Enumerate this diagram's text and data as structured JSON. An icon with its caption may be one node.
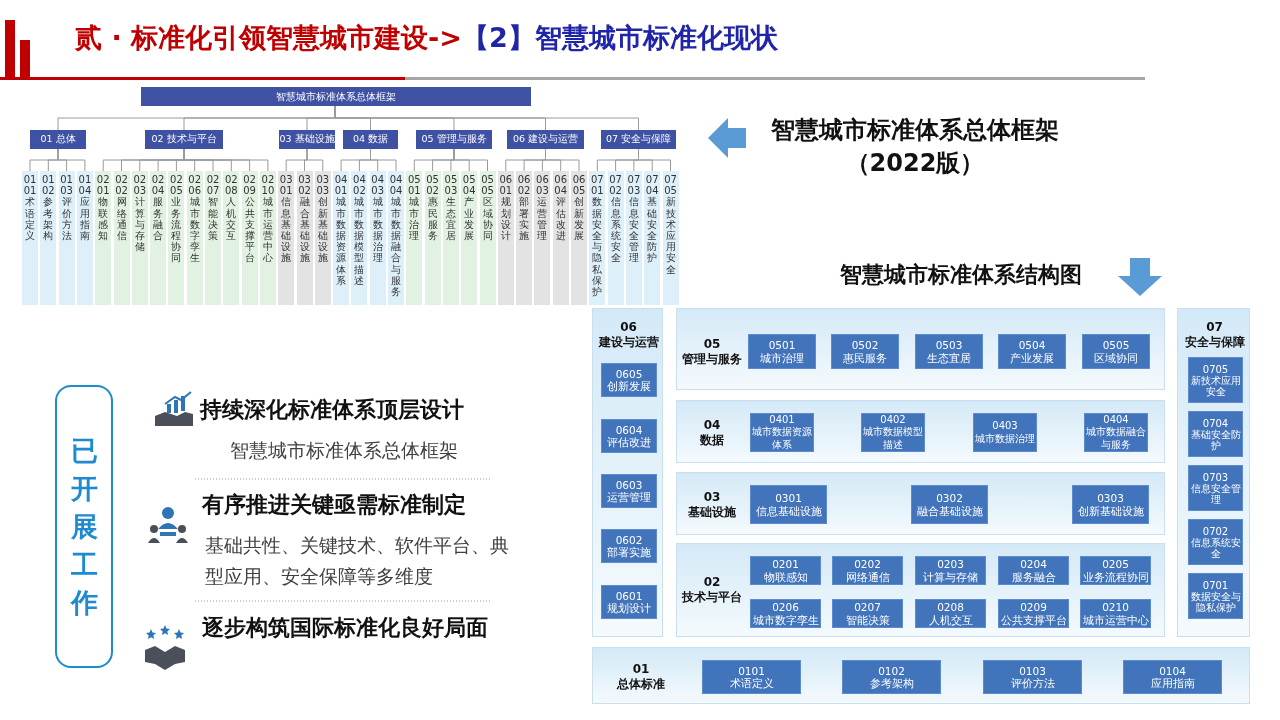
{
  "diagram": {
    "title": "贰 · 标准化引领智慧城市建设->**【2】智慧城市标准化现状**",
    "nodes": [
      {
        "text": [
          "智慧城市标准体系总体框架"
        ]
      },
      {
        "text": [
          "01 总体"
        ]
      },
      {
        "text": [
          "02 技术与平台"
        ]
      },
      {
        "text": [
          "03 基础设施"
        ]
      },
      {
        "text": [
          "04 数据"
        ]
      },
      {
        "text": [
          "05 管理与服务"
        ]
      },
      {
        "text": [
          "06 建设与运营"
        ]
      },
      {
        "text": [
          "07 安全与保障"
        ]
      },
      {
        "text": [
          "0101 术语定义"
        ]
      },
      {
        "text": [
          "0102 参考架构"
        ]
      },
      {
        "text": [
          "0103 评价方法"
        ]
      },
      {
        "text": [
          "0104 应用指南"
        ]
      },
      {
        "text": [
          "0201 物联感知"
        ]
      },
      {
        "text": [
          "0202 网络通信"
        ]
      },
      {
        "text": [
          "0203 计算与存储"
        ]
      },
      {
        "text": [
          "0204 服务融合"
        ]
      },
      {
        "text": [
          "0205 业务流程协同"
        ]
      },
      {
        "text": [
          "0206 城市数字孪生"
        ]
      },
      {
        "text": [
          "0207 智能决策"
        ]
      },
      {
        "text": [
          "0208 人机交互"
        ]
      },
      {
        "text": [
          "0209 公共支撑平台"
        ]
      },
      {
        "text": [
          "0210 城市运营中心"
        ]
      },
      {
        "text": [
          "0301 信息基础设施"
        ]
      },
      {
        "text": [
          "0302 融合基础设施"
        ]
      },
      {
        "text": [
          "0303 创新基础设施"
        ]
      },
      {
        "text": [
          "0401 城市数据资源体系"
        ]
      },
      {
        "text": [
          "0402 城市数据模型描述"
        ]
      },
      {
        "text": [
          "0403 城市数据治理"
        ]
      },
      {
        "text": [
          "0404 城市数据融合与服务"
        ]
      },
      {
        "text": [
          "0501 城市治理"
        ]
      },
      {
        "text": [
          "0502 惠民服务"
        ]
      },
      {
        "text": [
          "0503 生态宜居"
        ]
      },
      {
        "text": [
          "0504 产业发展"
        ]
      },
      {
        "text": [
          "0505 区域协同"
        ]
      },
      {
        "text": [
          "0601 规划设计"
        ]
      },
      {
        "text": [
          "0602 部署实施"
        ]
      },
      {
        "text": [
          "0603 运营管理"
        ]
      },
      {
        "text": [
          "0604 评估改进"
        ]
      },
      {
        "text": [
          "0605 创新发展"
        ]
      },
      {
        "text": [
          "0701 数据安全与隐私保护"
        ]
      },
      {
        "text": [
          "0702 信息系统安全"
        ]
      },
      {
        "text": [
          "0703 信息安全管理"
        ]
      },
      {
        "text": [
          "0704 基础安全防护"
        ]
      },
      {
        "text": [
          "0705 新技术应用安全"
        ]
      },
      {
        "text": [
          "已开展工作"
        ]
      },
      {
        "text": [
          "06 建设与运营"
        ]
      },
      {
        "text": [
          "0605 创新发展"
        ],
        "in": 45
      },
      {
        "text": [
          "0604 评估改进"
        ],
        "in": 45
      },
      {
        "text": [
          "0603 运营管理"
        ],
        "in": 45
      },
      {
        "text": [
          "0602 部署实施"
        ],
        "in": 45
      },
      {
        "text": [
          "0601 规划设计"
        ],
        "in": 45
      },
      {
        "text": [
          "05 管理与服务"
        ]
      },
      {
        "text": [
          "0501 城市治理"
        ],
        "in": 51
      },
      {
        "text": [
          "0502 惠民服务"
        ],
        "in": 51
      },
      {
        "text": [
          "0503 生态宜居"
        ],
        "in": 51
      },
      {
        "text": [
          "0504 产业发展"
        ],
        "in": 51
      },
      {
        "text": [
          "0505 区域协同"
        ],
        "in": 51
      },
      {
        "text": [
          "07 安全与保障"
        ]
      },
      {
        "text": [
          "0705 新技术应用安全"
        ],
        "in": 57
      },
      {
        "text": [
          "0704 基础安全防护"
        ],
        "in": 57
      },
      {
        "text": [
          "0703 信息安全管理"
        ],
        "in": 57
      },
      {
        "text": [
          "0702 信息系统安全"
        ],
        "in": 57
      },
      {
        "text": [
          "0701 数据安全与隐私保护"
        ],
        "in": 57
      },
      {
        "text": [
          "04 数据"
        ]
      },
      {
        "text": [
          "0401 城市数据资源体系"
        ],
        "in": 63
      },
      {
        "text": [
          "0402 城市数据模型描述"
        ],
        "in": 63
      },
      {
        "text": [
          "0403 城市数据治理"
        ],
        "in": 63
      },
      {
        "text": [
          "0404 城市数据融合与服务"
        ],
        "in": 63
      },
      {
        "text": [
          "03 基础设施"
        ]
      },
      {
        "text": [
          "0301 信息基础设施"
        ],
        "in": 68
      },
      {
        "text": [
          "0302 融合基础设施"
        ],
        "in": 68
      },
      {
        "text": [
          "0303 创新基础设施"
        ],
        "in": 68
      },
      {
        "text": [
          "02 技术与平台"
        ]
      },
      {
        "text": [
          "0201 物联感知"
        ],
        "in": 72
      },
      {
        "text": [
          "0202 网络通信"
        ],
        "in": 72
      },
      {
        "text": [
          "0203 计算与存储"
        ],
        "in": 72
      },
      {
        "text": [
          "0204 服务融合"
        ],
        "in": 72
      },
      {
        "text": [
          "0205 业务流程协同"
        ],
        "in": 72
      },
      {
        "text": [
          "0206 城市数字孪生"
        ],
        "in": 72
      },
      {
        "text": [
          "0207 智能决策"
        ],
        "in": 72
      },
      {
        "text": [
          "0208 人机交互"
        ],
        "in": 72
      },
      {
        "text": [
          "0209 公共支撑平台"
        ],
        "in": 72
      },
      {
        "text": [
          "0210 城市运营中心"
        ],
        "in": 72
      },
      {
        "text": [
          "01 总体标准"
        ]
      },
      {
        "text": [
          "0101 术语定义"
        ],
        "in": 83
      },
      {
        "text": [
          "0102 参考架构"
        ],
        "in": 83
      },
      {
        "text": [
          "0103 评价方法"
        ],
        "in": 83
      },
      {
        "text": [
          "0104 应用指南"
        ],
        "in": 83
      }
    ],
    "edges": [
      {
        "from": 0,
        "to": 1,
        "arrow": "none"
      },
      {
        "from": 0,
        "to": 2,
        "arrow": "none"
      },
      {
        "from": 0,
        "to": 3,
        "arrow": "none"
      },
      {
        "from": 0,
        "to": 4,
        "arrow": "none"
      },
      {
        "from": 0,
        "to": 5,
        "arrow": "none"
      },
      {
        "from": 0,
        "to": 6,
        "arrow": "none"
      },
      {
        "from": 0,
        "to": 7,
        "arrow": "none"
      },
      {
        "from": 1,
        "to": 8,
        "arrow": "none"
      },
      {
        "from": 1,
        "to": 9,
        "arrow": "none"
      },
      {
        "from": 1,
        "to": 10,
        "arrow": "none"
      },
      {
        "from": 1,
        "to": 11,
        "arrow": "none"
      },
      {
        "from": 2,
        "to": 12,
        "arrow": "none"
      },
      {
        "from": 2,
        "to": 13,
        "arrow": "none"
      },
      {
        "from": 2,
        "to": 14,
        "arrow": "none"
      },
      {
        "from": 2,
        "to": 15,
        "arrow": "none"
      },
      {
        "from": 2,
        "to": 16,
        "arrow": "none"
      },
      {
        "from": 2,
        "to": 17,
        "arrow": "none"
      },
      {
        "from": 2,
        "to": 18,
        "arrow": "none"
      },
      {
        "from": 2,
        "to": 19,
        "arrow": "none"
      },
      {
        "from": 2,
        "to": 20,
        "arrow": "none"
      },
      {
        "from": 2,
        "to": 21,
        "arrow": "none"
      },
      {
        "from": 3,
        "to": 22,
        "arrow": "none"
      },
      {
        "from": 3,
        "to": 23,
        "arrow": "none"
      },
      {
        "from": 3,
        "to": 24,
        "arrow": "none"
      },
      {
        "from": 4,
        "to": 25,
        "arrow": "none"
      },
      {
        "from": 4,
        "to": 26,
        "arrow": "none"
      },
      {
        "from": 4,
        "to": 27,
        "arrow": "none"
      },
      {
        "from": 4,
        "to": 28,
        "arrow": "none"
      },
      {
        "from": 5,
        "to": 29,
        "arrow": "none"
      },
      {
        "from": 5,
        "to": 30,
        "arrow": "none"
      },
      {
        "from": 5,
        "to": 31,
        "arrow": "none"
      },
      {
        "from": 5,
        "to": 32,
        "arrow": "none"
      },
      {
        "from": 5,
        "to": 33,
        "arrow": "none"
      },
      {
        "from": 6,
        "to": 34,
        "arrow": "none"
      },
      {
        "from": 6,
        "to": 35,
        "arrow": "none"
      },
      {
        "from": 6,
        "to": 36,
        "arrow": "none"
      },
      {
        "from": 6,
        "to": 37,
        "arrow": "none"
      },
      {
        "from": 6,
        "to": 38,
        "arrow": "none"
      },
      {
        "from": 7,
        "to": 39,
        "arrow": "none"
      },
      {
        "from": 7,
        "to": 40,
        "arrow": "none"
      },
      {
        "from": 7,
        "to": 41,
        "arrow": "none"
      },
      {
        "from": 7,
        "to": 42,
        "arrow": "none"
      },
      {
        "from": 7,
        "to": 43,
        "arrow": "none"
      }
    ],
    "labels": [
      "智慧城市标准体系总体框架",
      "（2022版）",
      "智慧城市标准体系结构图",
      "持续深化标准体系顶层设计",
      "智慧城市标准体系总体框架",
      "有序推进关键亟需标准制定",
      "基础共性、关键技术、软件平台、典型应用、安全保障等多维度",
      "逐步构筑国际标准化良好局面"
    ]
  }
}
